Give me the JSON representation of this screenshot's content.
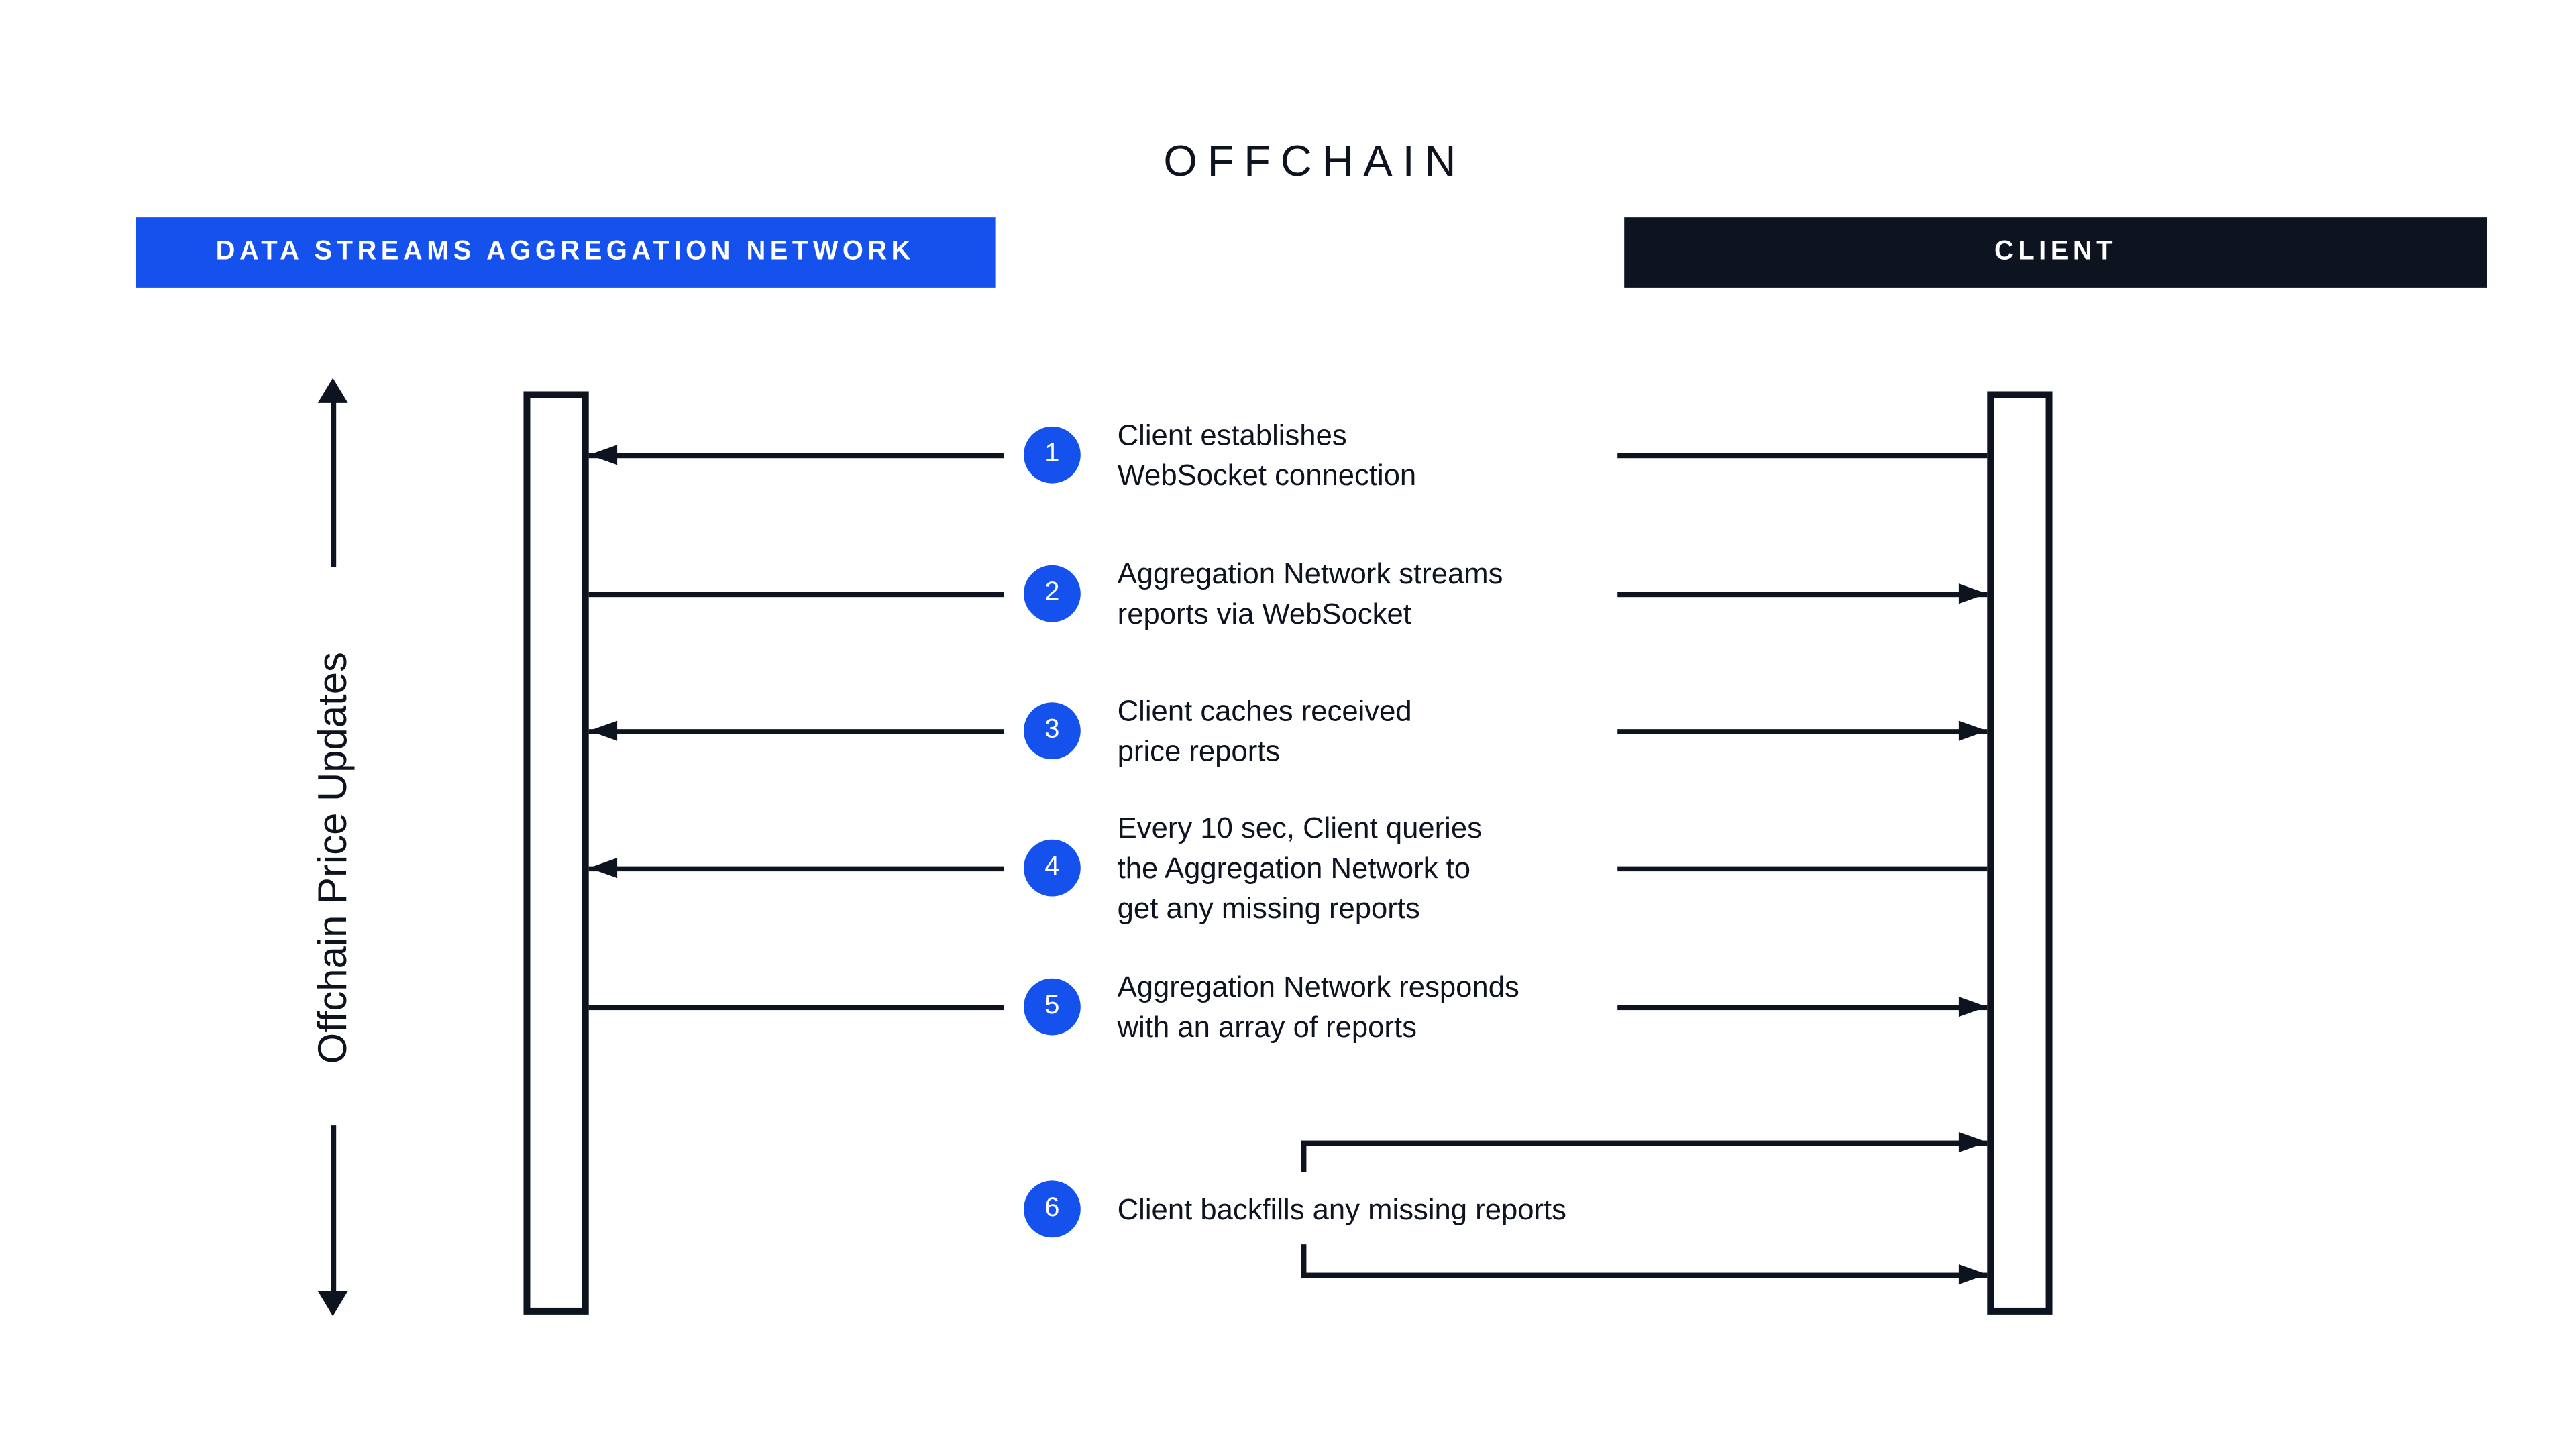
{
  "title": "OFFCHAIN",
  "left_lane": {
    "label": "DATA STREAMS AGGREGATION NETWORK"
  },
  "right_lane": {
    "label": "CLIENT"
  },
  "axis": {
    "label": "Offchain Price Updates"
  },
  "colors": {
    "accent_blue": "#1552ed",
    "ink_dark": "#0e1320"
  },
  "steps": [
    {
      "num": "1",
      "lines": [
        "Client establishes",
        "WebSocket connection"
      ],
      "arrow_to": "network"
    },
    {
      "num": "2",
      "lines": [
        "Aggregation Network streams",
        "reports via WebSocket"
      ],
      "arrow_to": "client"
    },
    {
      "num": "3",
      "lines": [
        "Client caches received",
        "price reports"
      ],
      "arrow_to": "both"
    },
    {
      "num": "4",
      "lines": [
        "Every 10 sec, Client queries",
        "the Aggregation Network to",
        "get any missing reports"
      ],
      "arrow_to": "network"
    },
    {
      "num": "5",
      "lines": [
        "Aggregation Network responds",
        "with an array of reports"
      ],
      "arrow_to": "client"
    },
    {
      "num": "6",
      "lines": [
        "Client backfills any missing reports"
      ],
      "arrow_to": "client-loop"
    }
  ]
}
